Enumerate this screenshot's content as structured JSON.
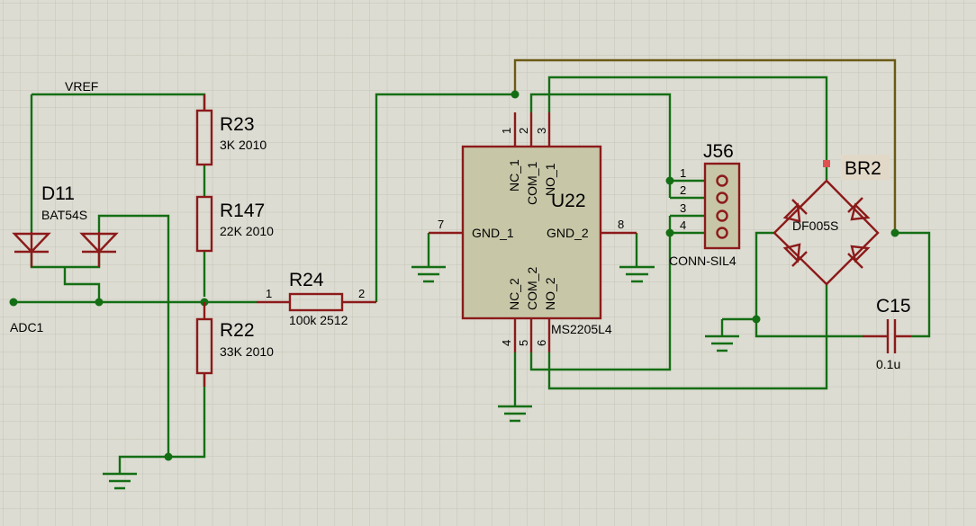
{
  "nets": {
    "vref": "VREF",
    "adc": "ADC1"
  },
  "components": {
    "D11": {
      "ref": "D11",
      "value": "BAT54S"
    },
    "R23": {
      "ref": "R23",
      "value": "3K 2010"
    },
    "R147": {
      "ref": "R147",
      "value": "22K 2010"
    },
    "R22": {
      "ref": "R22",
      "value": "33K 2010"
    },
    "R24": {
      "ref": "R24",
      "value": "100k 2512",
      "pin1": "1",
      "pin2": "2"
    },
    "U22": {
      "ref": "U22",
      "value": "MS2205L4",
      "pins": {
        "p1": {
          "num": "1",
          "name": "NC_1"
        },
        "p2": {
          "num": "2",
          "name": "COM_1"
        },
        "p3": {
          "num": "3",
          "name": "NO_1"
        },
        "p4": {
          "num": "4",
          "name": "NC_2"
        },
        "p5": {
          "num": "5",
          "name": "COM_2"
        },
        "p6": {
          "num": "6",
          "name": "NO_2"
        },
        "p7": {
          "num": "7",
          "name": "GND_1"
        },
        "p8": {
          "num": "8",
          "name": "GND_2"
        }
      }
    },
    "J56": {
      "ref": "J56",
      "value": "CONN-SIL4",
      "pins": [
        "1",
        "2",
        "3",
        "4"
      ]
    },
    "BR2": {
      "ref": "BR2",
      "value": "DF005S"
    },
    "C15": {
      "ref": "C15",
      "value": "0.1u"
    }
  },
  "colors": {
    "background": "#dcdcd2",
    "grid": "#c4c4b8",
    "wire": "#146e14",
    "component": "#8c1a1a",
    "body_fill": "#c7c7a8",
    "highlight_wire": "#6b5a16",
    "marker": "#e05050"
  }
}
